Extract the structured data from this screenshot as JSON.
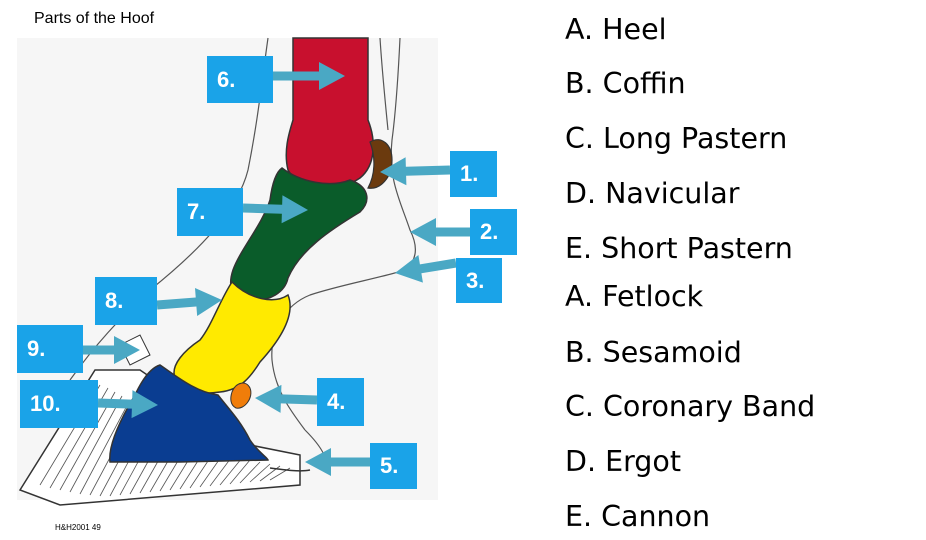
{
  "title": "Parts of the Hoof",
  "footer": "H&H2001 49",
  "colors": {
    "label_bg": "#1aa3e8",
    "arrow": "#4aa8c4",
    "cannon": "#c8102e",
    "long_pastern": "#0a5c2a",
    "short_pastern": "#ffea00",
    "coffin": "#0a3d91",
    "sesamoid": "#6b3a0e",
    "navicular": "#f07d0a"
  },
  "labels": [
    "6.",
    "1.",
    "7.",
    "2.",
    "3.",
    "8.",
    "9.",
    "4.",
    "10.",
    "5."
  ],
  "answers": [
    "A. Heel",
    "B. Coffin",
    "C. Long Pastern",
    "D. Navicular",
    "E. Short Pastern",
    "A. Fetlock",
    "B. Sesamoid",
    "C. Coronary Band",
    "D. Ergot",
    "E. Cannon"
  ]
}
